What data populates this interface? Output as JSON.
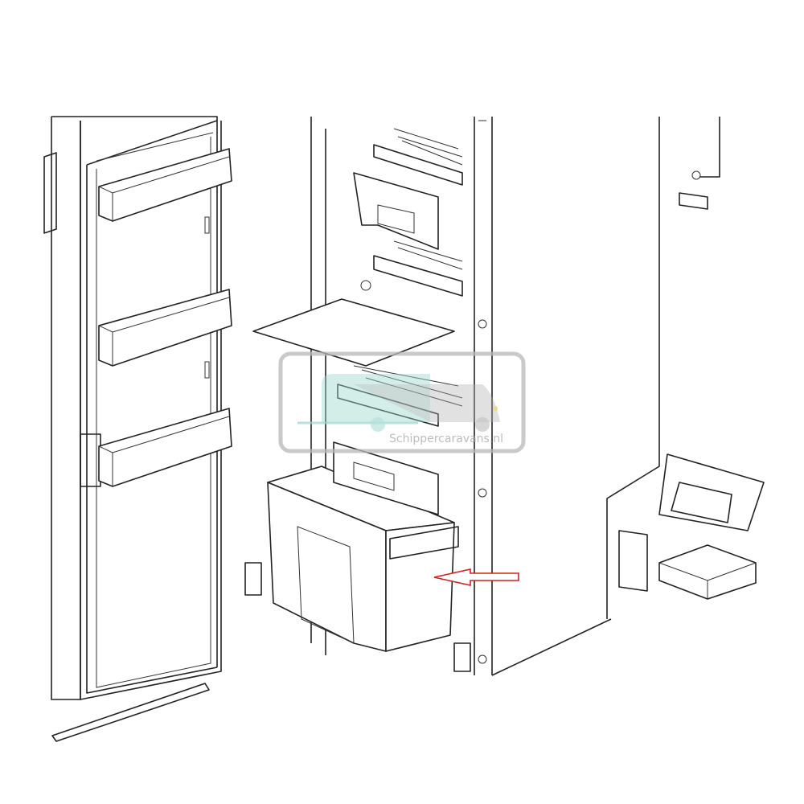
{
  "diagram": {
    "type": "exploded-parts-view",
    "subject": "refrigerator",
    "highlight_arrow_color": "#d42020",
    "line_color": "#222222"
  },
  "watermark": {
    "text": "Schippercaravans.nl",
    "icon": "caravan-van-icon",
    "colors": {
      "caravan": "#9fd8cf",
      "van": "#b0b0b0",
      "frame": "#b8b8b8"
    }
  }
}
